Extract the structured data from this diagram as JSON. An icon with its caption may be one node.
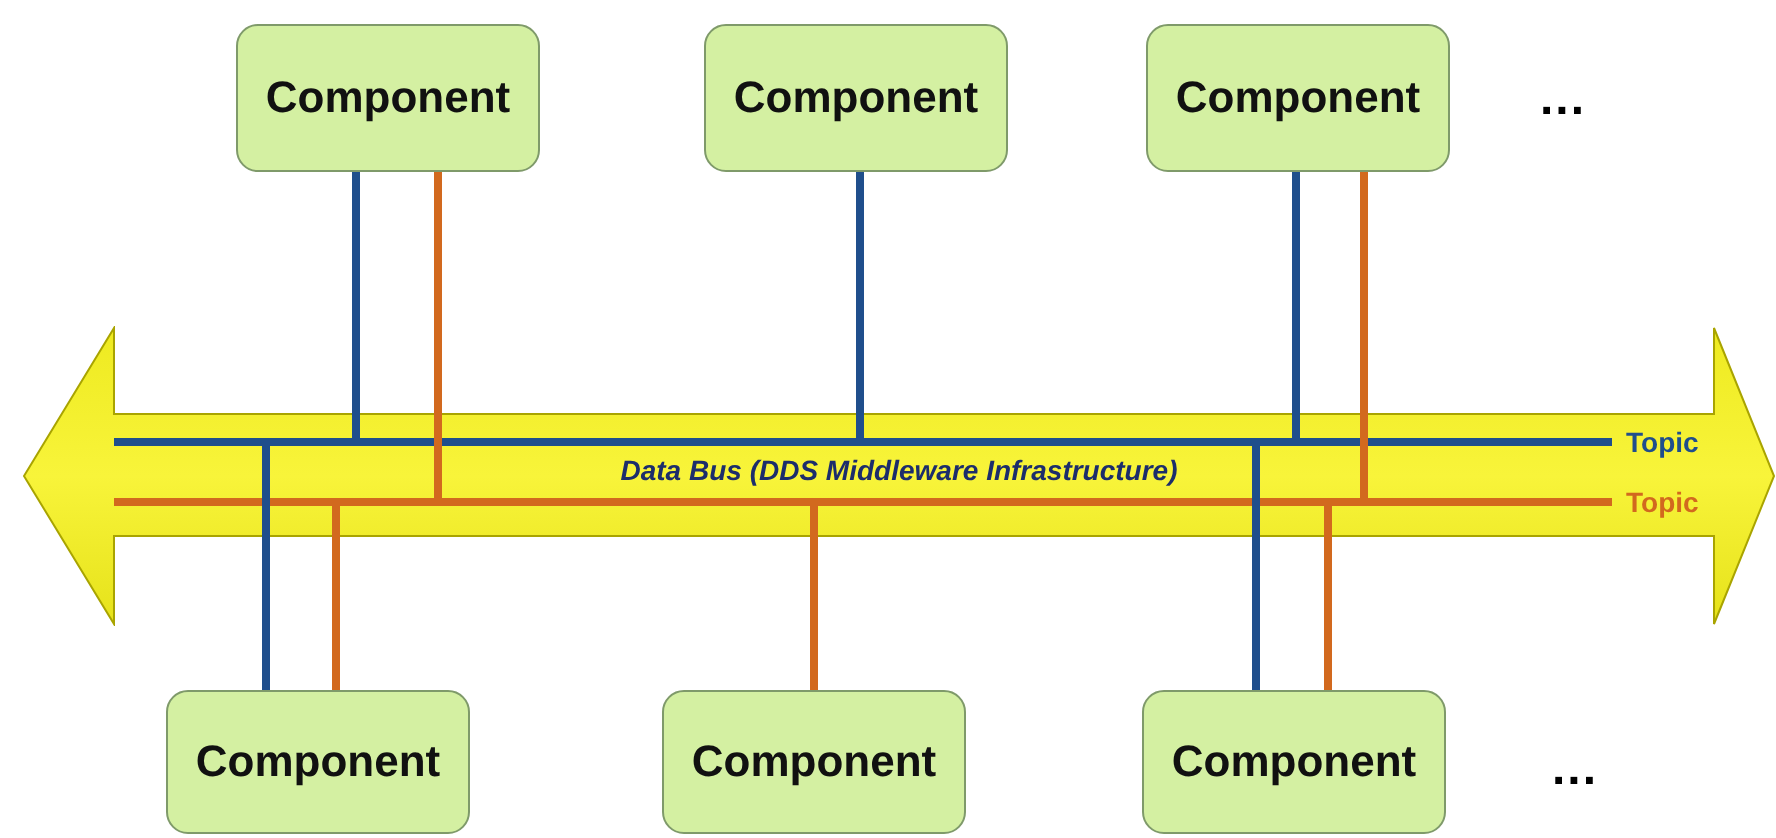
{
  "diagram": {
    "nodes": [
      {
        "text": [
          "Component"
        ]
      },
      {
        "text": [
          "Component"
        ]
      },
      {
        "text": [
          "Component"
        ]
      },
      {
        "text": [
          "Data Bus (DDS Middleware Infrastructure)"
        ]
      },
      {
        "text": [
          "Topic"
        ],
        "in": 3
      },
      {
        "text": [
          "Topic"
        ],
        "in": 3
      },
      {
        "text": [
          "Component"
        ]
      },
      {
        "text": [
          "Component"
        ]
      },
      {
        "text": [
          "Component"
        ]
      }
    ],
    "edges": [
      {
        "from": 0,
        "to": 4,
        "arrow": "none",
        "color": "#1f4e8c"
      },
      {
        "from": 0,
        "to": 5,
        "arrow": "none",
        "color": "#d2691e"
      },
      {
        "from": 1,
        "to": 4,
        "arrow": "none",
        "color": "#1f4e8c"
      },
      {
        "from": 2,
        "to": 4,
        "arrow": "none",
        "color": "#1f4e8c"
      },
      {
        "from": 2,
        "to": 5,
        "arrow": "none",
        "color": "#d2691e"
      },
      {
        "from": 6,
        "to": 4,
        "arrow": "none",
        "color": "#1f4e8c"
      },
      {
        "from": 6,
        "to": 5,
        "arrow": "none",
        "color": "#d2691e"
      },
      {
        "from": 7,
        "to": 5,
        "arrow": "none",
        "color": "#d2691e"
      },
      {
        "from": 8,
        "to": 4,
        "arrow": "none",
        "color": "#1f4e8c"
      },
      {
        "from": 8,
        "to": 5,
        "arrow": "none",
        "color": "#d2691e"
      }
    ],
    "labels": [
      "...",
      "..."
    ]
  }
}
